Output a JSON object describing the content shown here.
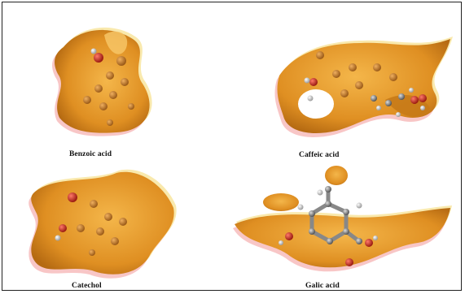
{
  "figure": {
    "panels": [
      {
        "id": "benzoic",
        "caption": "Benzoic acid"
      },
      {
        "id": "caffeic",
        "caption": "Caffeic acid"
      },
      {
        "id": "catechol",
        "caption": "Catechol"
      },
      {
        "id": "gallic",
        "caption": "Galic acid"
      }
    ]
  },
  "colors": {
    "surface": "#e39a2a",
    "surface_light": "#f4c35a",
    "rim_pink": "#f0a0a0",
    "rim_yellow": "#f5e08a",
    "atom_carbon": "#b8762a",
    "atom_oxygen": "#c8261c",
    "atom_hydrogen": "#f2f2f2",
    "atom_carbon_exposed": "#8a8a8a"
  }
}
